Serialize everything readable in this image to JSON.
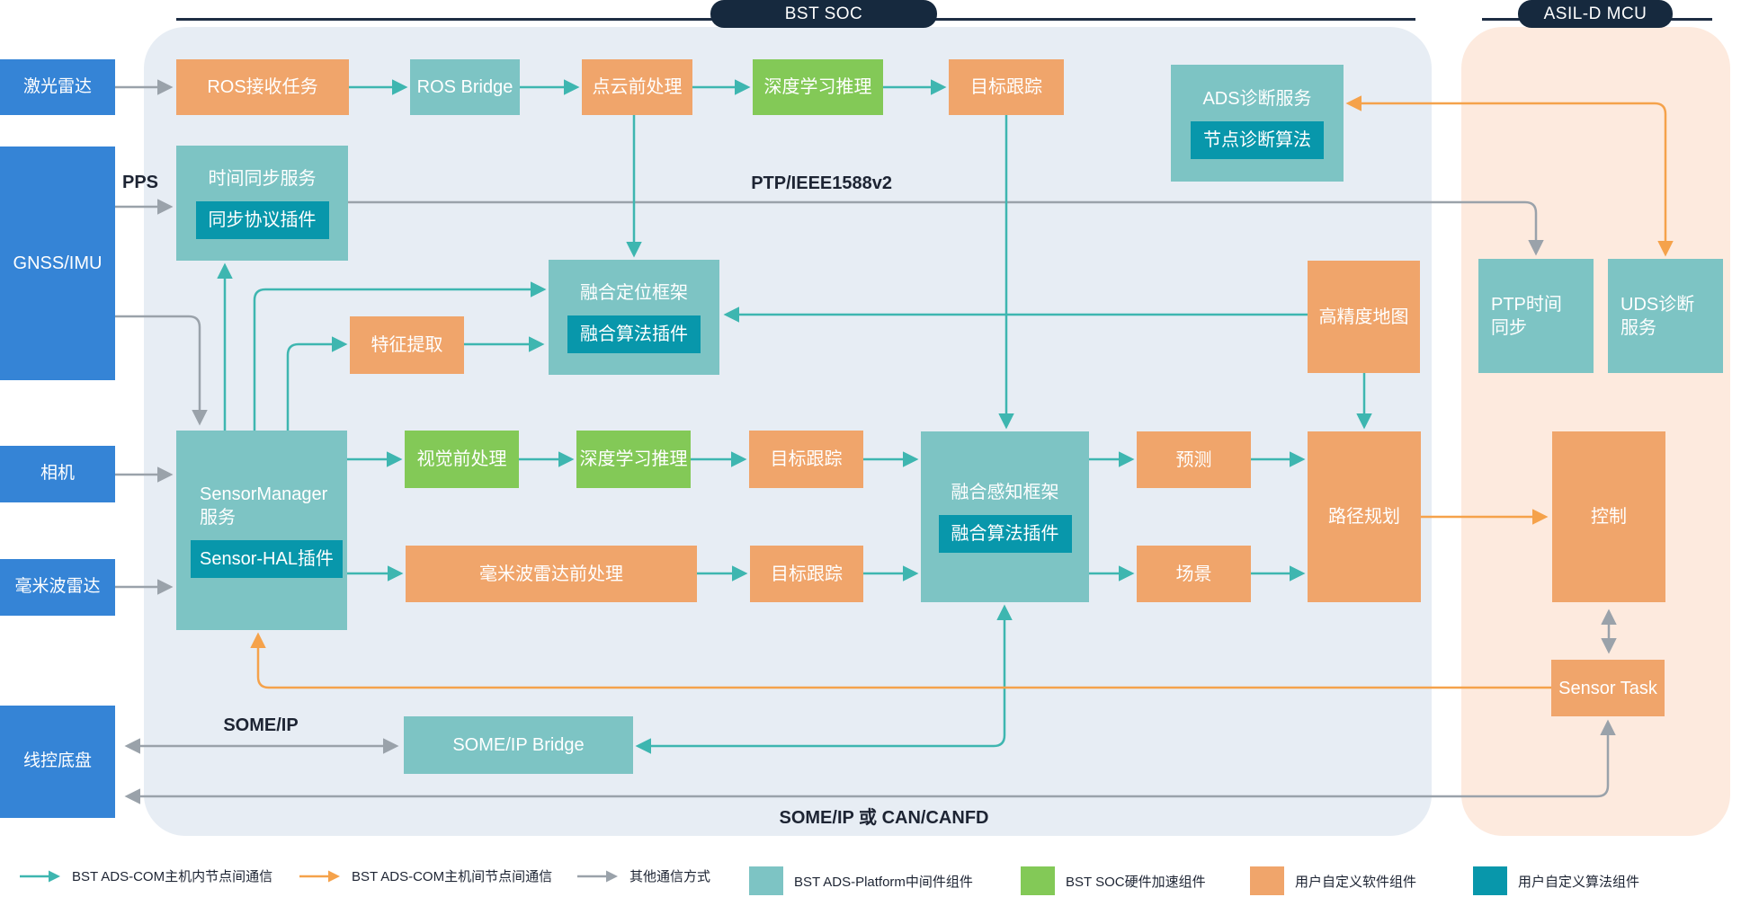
{
  "groups": {
    "soc": {
      "label": "BST SOC"
    },
    "mcu": {
      "label": "ASIL-D MCU"
    }
  },
  "sensors": {
    "lidar": "激光雷达",
    "gnss": "GNSS/IMU",
    "camera": "相机",
    "radar": "毫米波雷达",
    "chassis": "线控底盘"
  },
  "nodes": {
    "ros_task": {
      "label": "ROS接收任务"
    },
    "ros_bridge": {
      "label": "ROS Bridge"
    },
    "pointcloud_pre": {
      "label": "点云前处理"
    },
    "dl_infer_top": {
      "label": "深度学习推理"
    },
    "track_top": {
      "label": "目标跟踪"
    },
    "ads_diag": {
      "label": "ADS诊断服务",
      "plugin": "节点诊断算法"
    },
    "time_sync": {
      "label": "时间同步服务",
      "plugin": "同步协议插件"
    },
    "fusion_loc": {
      "label": "融合定位框架",
      "plugin": "融合算法插件"
    },
    "feature_extract": {
      "label": "特征提取"
    },
    "hd_map": {
      "label": "高精度地图"
    },
    "ptp_sync": {
      "label": "PTP时间同步"
    },
    "uds_diag": {
      "label": "UDS诊断服务"
    },
    "sensor_manager": {
      "label": "SensorManager服务",
      "plugin": "Sensor-HAL插件"
    },
    "vision_pre": {
      "label": "视觉前处理"
    },
    "dl_infer_mid": {
      "label": "深度学习推理"
    },
    "track_mid": {
      "label": "目标跟踪"
    },
    "mmwave_pre": {
      "label": "毫米波雷达前处理"
    },
    "track_bottom": {
      "label": "目标跟踪"
    },
    "fusion_percep": {
      "label": "融合感知框架",
      "plugin": "融合算法插件"
    },
    "predict": {
      "label": "预测"
    },
    "scene": {
      "label": "场景"
    },
    "path_plan": {
      "label": "路径规划"
    },
    "control": {
      "label": "控制"
    },
    "sensor_task": {
      "label": "Sensor Task"
    },
    "someip_bridge": {
      "label": "SOME/IP Bridge"
    }
  },
  "line_labels": {
    "pps": "PPS",
    "ptp": "PTP/IEEE1588v2",
    "someip": "SOME/IP",
    "someip_can": "SOME/IP 或 CAN/CANFD"
  },
  "legend": {
    "items": [
      {
        "kind": "arrow",
        "color": "#3eb6b0",
        "label": "BST ADS-COM主机内节点间通信"
      },
      {
        "kind": "arrow",
        "color": "#f5a24b",
        "label": "BST ADS-COM主机间节点间通信"
      },
      {
        "kind": "arrow",
        "color": "#9aa2aa",
        "label": "其他通信方式"
      },
      {
        "kind": "swatch",
        "color": "#7dc4c4",
        "label": "BST ADS-Platform中间件组件"
      },
      {
        "kind": "swatch",
        "color": "#83c957",
        "label": "BST SOC硬件加速组件"
      },
      {
        "kind": "swatch",
        "color": "#f0a56b",
        "label": "用户自定义软件组件"
      },
      {
        "kind": "swatch",
        "color": "#0897ab",
        "label": "用户自定义算法组件"
      }
    ]
  },
  "colors": {
    "sensor_blue": "#3584d6",
    "middleware_teal": "#7dc4c4",
    "algorithm_teal": "#0897ab",
    "user_orange": "#f0a56b",
    "hw_green": "#83c957",
    "arrow_teal": "#3eb6b0",
    "arrow_orange": "#f5a24b",
    "arrow_gray": "#9aa2aa",
    "soc_panel_bg": "#e7edf4",
    "mcu_panel_bg": "#fdeade",
    "pill_navy": "#16293e"
  }
}
